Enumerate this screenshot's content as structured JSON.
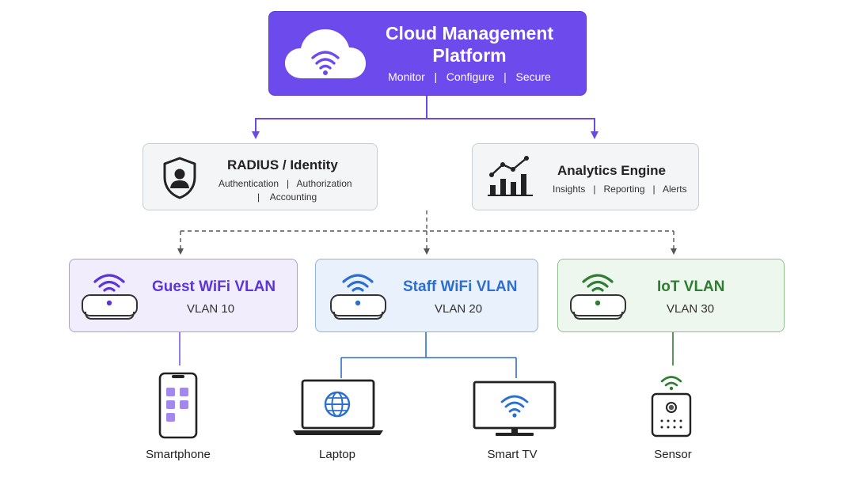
{
  "cloud": {
    "title_line1": "Cloud Management",
    "title_line2": "Platform",
    "subtitle": "Monitor   |   Configure   |   Secure"
  },
  "services": {
    "radius": {
      "title": "RADIUS / Identity",
      "sub_line1": "Authentication   |   Authorization",
      "sub_line2": "|    Accounting",
      "icon": "shield-user-icon"
    },
    "analytics": {
      "title": "Analytics Engine",
      "sub": "Insights   |   Reporting   |   Alerts",
      "icon": "bar-chart-trend-icon"
    }
  },
  "vlans": [
    {
      "title": "Guest WiFi VLAN",
      "id_label": "VLAN 10",
      "color": "#5a36d6"
    },
    {
      "title": "Staff WiFi VLAN",
      "id_label": "VLAN 20",
      "color": "#2c6fcf"
    },
    {
      "title": "IoT VLAN",
      "id_label": "VLAN 30",
      "color": "#2e7d32"
    }
  ],
  "devices": [
    {
      "label": "Smartphone",
      "icon": "smartphone-icon"
    },
    {
      "label": "Laptop",
      "icon": "laptop-icon"
    },
    {
      "label": "Smart TV",
      "icon": "smart-tv-icon"
    },
    {
      "label": "Sensor",
      "icon": "sensor-icon"
    }
  ],
  "colors": {
    "cloud": "#6d4aec",
    "cloud_link": "#6a4be0",
    "guest": "#5a36d6",
    "staff": "#2c6fcf",
    "iot": "#2e7d32",
    "dashed_link": "#555555"
  }
}
